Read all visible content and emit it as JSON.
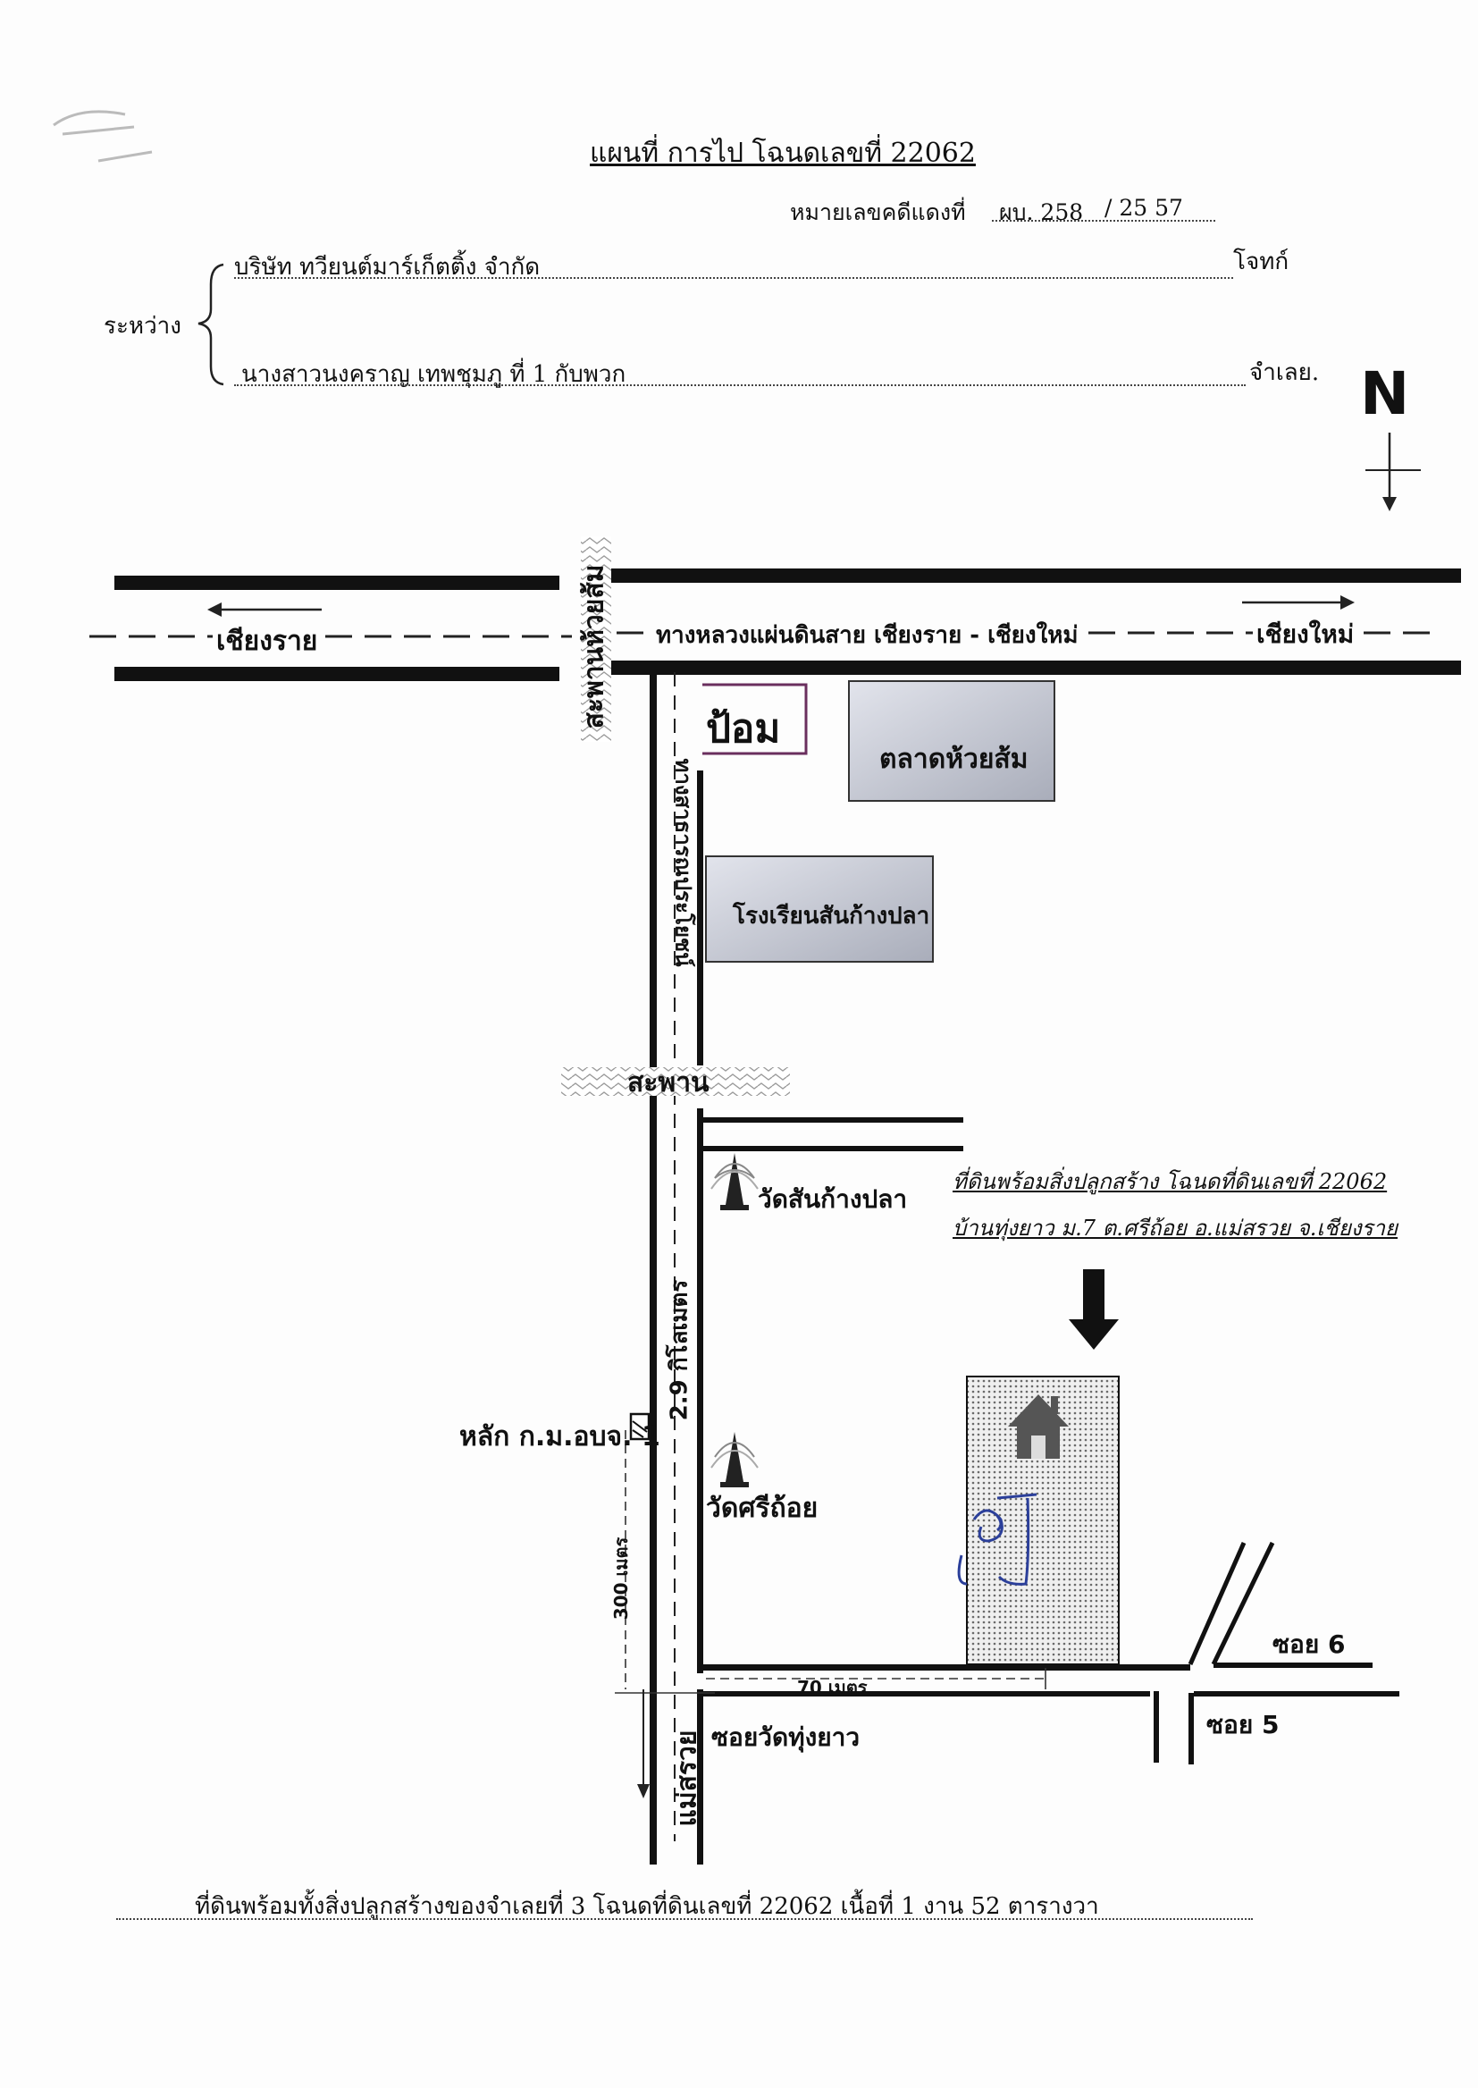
{
  "header": {
    "title": "แผนที่ การไป โฉนดเลขที่ 22062",
    "case_label": "หมายเลขคดีแดงที่",
    "case_number": "ผบ. 258",
    "case_year": "/ 25 57",
    "between_label": "ระหว่าง",
    "plaintiff": "บริษัท ทวียนต์มาร์เก็ตติ้ง จำกัด",
    "plaintiff_role": "โจทก์",
    "defendant": "นางสาวนงคราญ เทพชุมภู ที่ 1 กับพวก",
    "defendant_role": "จำเลย."
  },
  "compass": {
    "label": "N"
  },
  "roads": {
    "highway_label": "ทางหลวงแผ่นดินสาย เชียงราย - เชียงใหม่",
    "west_label": "เชียงราย",
    "east_label": "เชียงใหม่",
    "huaysom_bridge": "สะพานห้วยส้ม",
    "side_road_label": "ทางสาธารณประโยชน์",
    "bridge_label": "สะพาน",
    "distance_label": "2.9 กิโลเมตร",
    "distance_300": "300 เมตร",
    "distance_70": "70 เมตร",
    "soi_wat": "ซอยวัดทุ่งยาว",
    "maesuai_label": "แม่สรวย",
    "soi6": "ซอย 6",
    "soi5": "ซอย 5"
  },
  "landmarks": {
    "pom": "ป้อม",
    "market": "ตลาดห้วยส้ม",
    "school": "โรงเรียนสันก้างปลา",
    "wat_sankangpla": "วัดสันก้างปลา",
    "wat_srithoy": "วัดศรีถ้อย",
    "km_post": "หลัก ก.ม.อบจ. 1"
  },
  "target": {
    "line1": "ที่ดินพร้อมสิ่งปลูกสร้าง โฉนดที่ดินเลขที่ 22062",
    "line2": "บ้านทุ่งยาว ม.7 ต.ศรีถ้อย อ.แม่สรวย จ.เชียงราย"
  },
  "footer": {
    "text": "ที่ดินพร้อมทั้งสิ่งปลูกสร้างของจำเลยที่ 3 โฉนดที่ดินเลขที่ 22062 เนื้อที่ 1 งาน 52 ตารางวา"
  },
  "colors": {
    "road": "#111111",
    "building_fill": "#c9ccd6",
    "market_border": "#333333",
    "pom_border": "#6a2f5e",
    "plot_fill": "#d8d8d8",
    "signature": "#2b3f9a"
  }
}
